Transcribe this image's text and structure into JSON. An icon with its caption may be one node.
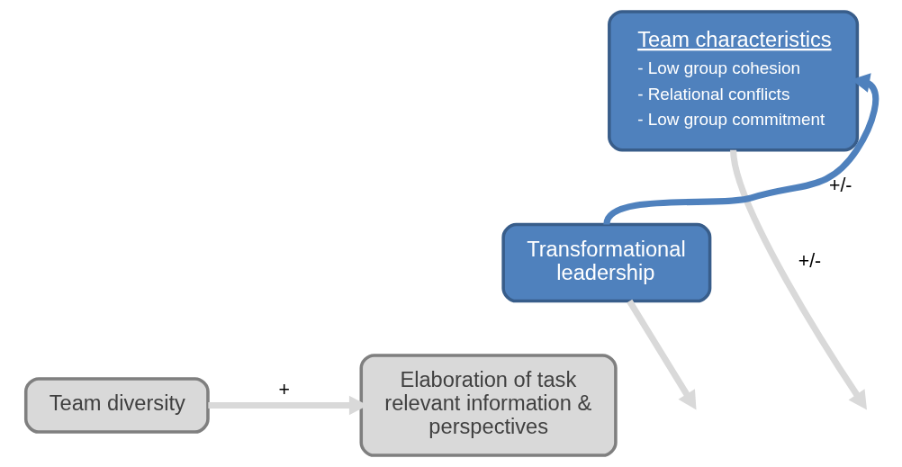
{
  "diagram": {
    "nodes": [
      {
        "text": [
          "Team characteristics",
          "- Low group cohesion",
          "- Relational conflicts",
          "- Low group commitment"
        ]
      },
      {
        "text": [
          "Transformational leadership"
        ]
      },
      {
        "text": [
          "Team diversity"
        ]
      },
      {
        "text": [
          "Elaboration of task relevant information & perspectives"
        ]
      }
    ],
    "edges": [
      {
        "from": 1,
        "to": 0,
        "arrow": "to",
        "label": "+/-",
        "color": "#4f81bd"
      },
      {
        "from": 0,
        "to": null,
        "arrow": "to",
        "label": "+/-"
      },
      {
        "from": 1,
        "to": null,
        "arrow": "to"
      },
      {
        "from": 2,
        "to": 3,
        "arrow": "to",
        "label": "+"
      }
    ]
  }
}
